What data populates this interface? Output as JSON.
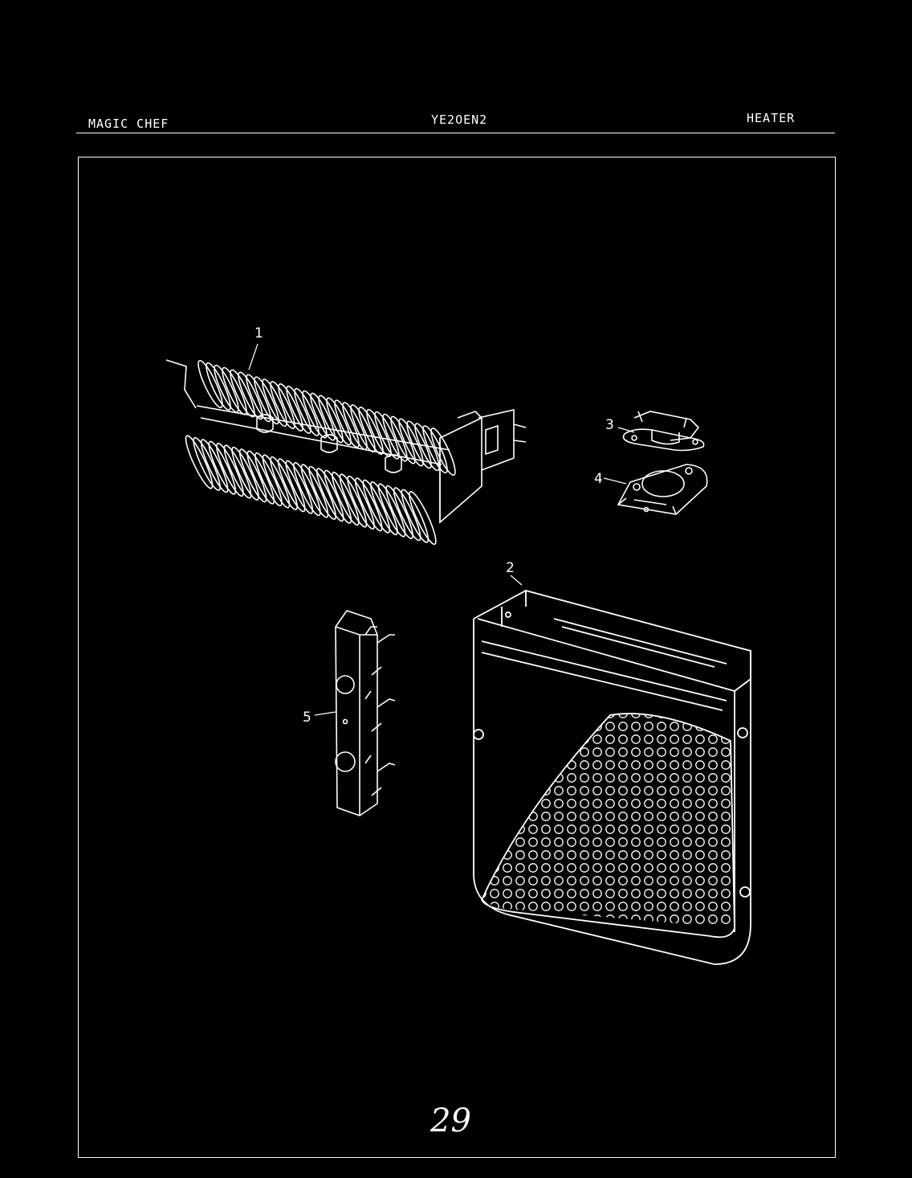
{
  "header": {
    "brand": "MAGIC CHEF",
    "model": "YE2OEN2",
    "section": "HEATER"
  },
  "callouts": [
    "1",
    "2",
    "3",
    "4",
    "5"
  ],
  "page_number": "29"
}
